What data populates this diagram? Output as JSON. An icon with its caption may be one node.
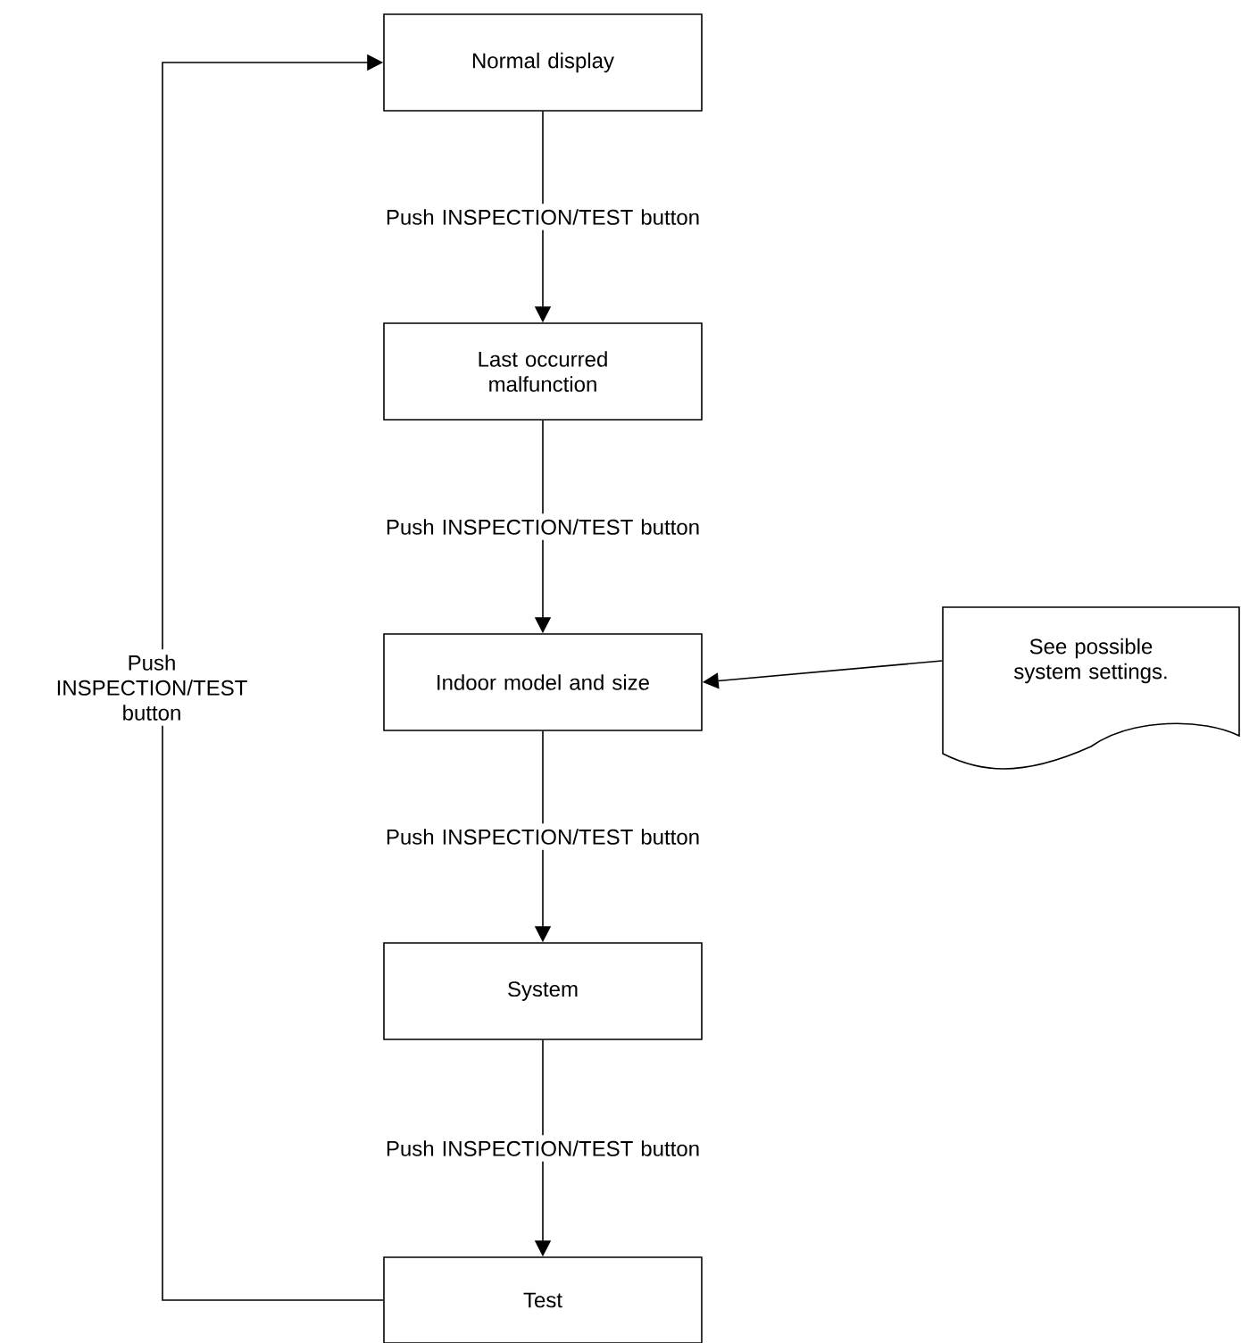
{
  "diagram": {
    "nodes": [
      {
        "text": [
          "Normal display"
        ]
      },
      {
        "text": [
          "Last occurred malfunction"
        ]
      },
      {
        "text": [
          "Indoor model and size"
        ]
      },
      {
        "text": [
          "System"
        ]
      },
      {
        "text": [
          "Test"
        ]
      },
      {
        "text": [
          "See possible system settings."
        ]
      }
    ],
    "edges": [
      {
        "from": 0,
        "to": 1,
        "arrow": "to",
        "label": "Push INSPECTION/TEST button"
      },
      {
        "from": 1,
        "to": 2,
        "arrow": "to",
        "label": "Push INSPECTION/TEST button"
      },
      {
        "from": 2,
        "to": 3,
        "arrow": "to",
        "label": "Push INSPECTION/TEST button"
      },
      {
        "from": 3,
        "to": 4,
        "arrow": "to",
        "label": "Push INSPECTION/TEST button"
      },
      {
        "from": 4,
        "to": 0,
        "arrow": "to",
        "label": "Push INSPECTION/TEST button"
      },
      {
        "from": 5,
        "to": 2,
        "arrow": "to"
      }
    ]
  }
}
